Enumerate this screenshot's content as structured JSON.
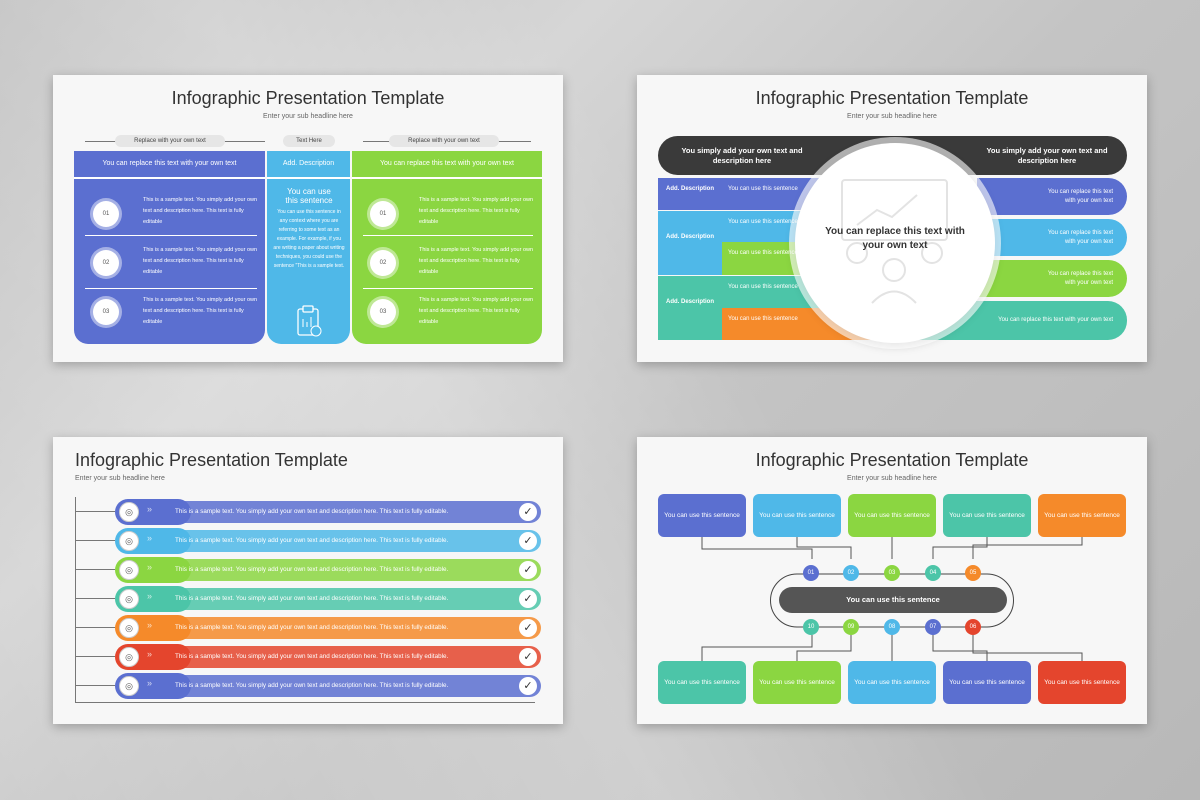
{
  "title": "Infographic Presentation Template",
  "subtitle": "Enter your sub headline here",
  "colors": {
    "blue": "#5b6fd0",
    "sky": "#4fb8e8",
    "green": "#8bd641",
    "teal": "#4cc5a8",
    "orange": "#f58a2a",
    "red": "#e4452d",
    "dark": "#3a3a3a"
  },
  "s1": {
    "left_header": "Replace with your own text",
    "mid_header": "Text Here",
    "right_header": "Replace with your own text",
    "left_top": "You can replace this text with your own text",
    "mid_top": "Add. Description",
    "right_top": "You can replace this text with your own text",
    "mid_title": "You can use this sentence",
    "mid_body": "You can use this sentence in any context where you are referring to some text as an example. For example, if you are writing a paper about writing techniques, you could use the sentence \"This is a sample text.",
    "left_items": [
      {
        "num": "01",
        "text": "This is a sample text. You simply add your own text and description here. This text is fully editable"
      },
      {
        "num": "02",
        "text": "This is a sample text. You simply add your own text and description here. This text is fully editable"
      },
      {
        "num": "03",
        "text": "This is a sample text. You simply add your own text and description here. This text is fully editable"
      }
    ],
    "right_items": [
      {
        "num": "01",
        "text": "This is a sample text. You simply add your own text and description here. This text is fully editable"
      },
      {
        "num": "02",
        "text": "This is a sample text. You simply add your own text and description here. This text is fully editable"
      },
      {
        "num": "03",
        "text": "This is a sample text. You simply add your own text and description here. This text is fully editable"
      }
    ]
  },
  "s2": {
    "top_left": "You simply add your own text and description here",
    "top_right": "You simply add your own text and description here",
    "center": "You can replace this text with your own text",
    "add_desc": "Add. Description",
    "use": "You can use this sentence",
    "right_items": [
      "You can replace this text with your own text",
      "You can replace this text with your own text",
      "You can replace this text with your own text",
      "You can replace this text with your own text"
    ]
  },
  "s3": {
    "rows": [
      {
        "icon": "target-icon",
        "text": "This is a sample text. You simply add your own text and description here. This text is fully editable."
      },
      {
        "icon": "gear-people-icon",
        "text": "This is a sample text. You simply add your own text and description here. This text is fully editable."
      },
      {
        "icon": "team-icon",
        "text": "This is a sample text. You simply add your own text and description here. This text is fully editable."
      },
      {
        "icon": "settings-icon",
        "text": "This is a sample text. You simply add your own text and description here. This text is fully editable."
      },
      {
        "icon": "network-icon",
        "text": "This is a sample text. You simply add your own text and description here. This text is fully editable."
      },
      {
        "icon": "chart-icon",
        "text": "This is a sample text. You simply add your own text and description here. This text is fully editable."
      },
      {
        "icon": "hierarchy-icon",
        "text": "This is a sample text. You simply add your own text and description here. This text is fully editable."
      }
    ],
    "check": "✓"
  },
  "s4": {
    "center": "You can use this sentence",
    "box_text": "You can use this sentence",
    "top_nums": [
      "01",
      "02",
      "03",
      "04",
      "05"
    ],
    "bottom_nums": [
      "10",
      "09",
      "08",
      "07",
      "06"
    ]
  }
}
